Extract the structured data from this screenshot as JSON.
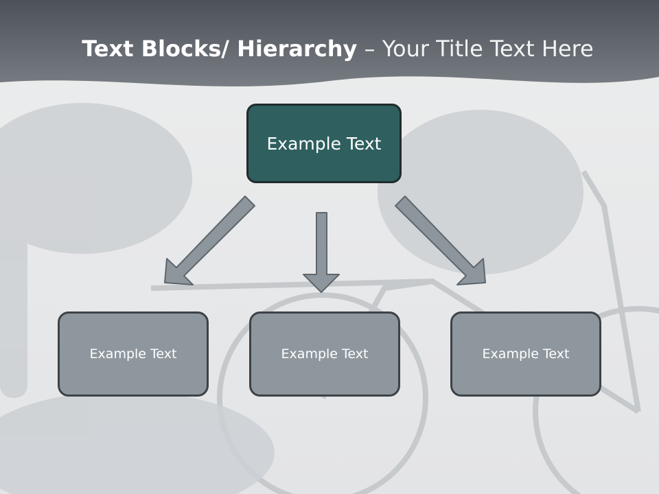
{
  "slide": {
    "title_bold": "Text Blocks/ Hierarchy",
    "title_light": "– Your Title Text Here"
  },
  "diagram": {
    "top_box": {
      "label": "Example Text"
    },
    "children": [
      {
        "label": "Example Text"
      },
      {
        "label": "Example Text"
      },
      {
        "label": "Example Text"
      }
    ]
  },
  "colors": {
    "header": "#5c6167",
    "top_box_fill": "#2f5f5f",
    "child_box_fill": "#8e979e",
    "arrow_fill": "#8d969d"
  }
}
